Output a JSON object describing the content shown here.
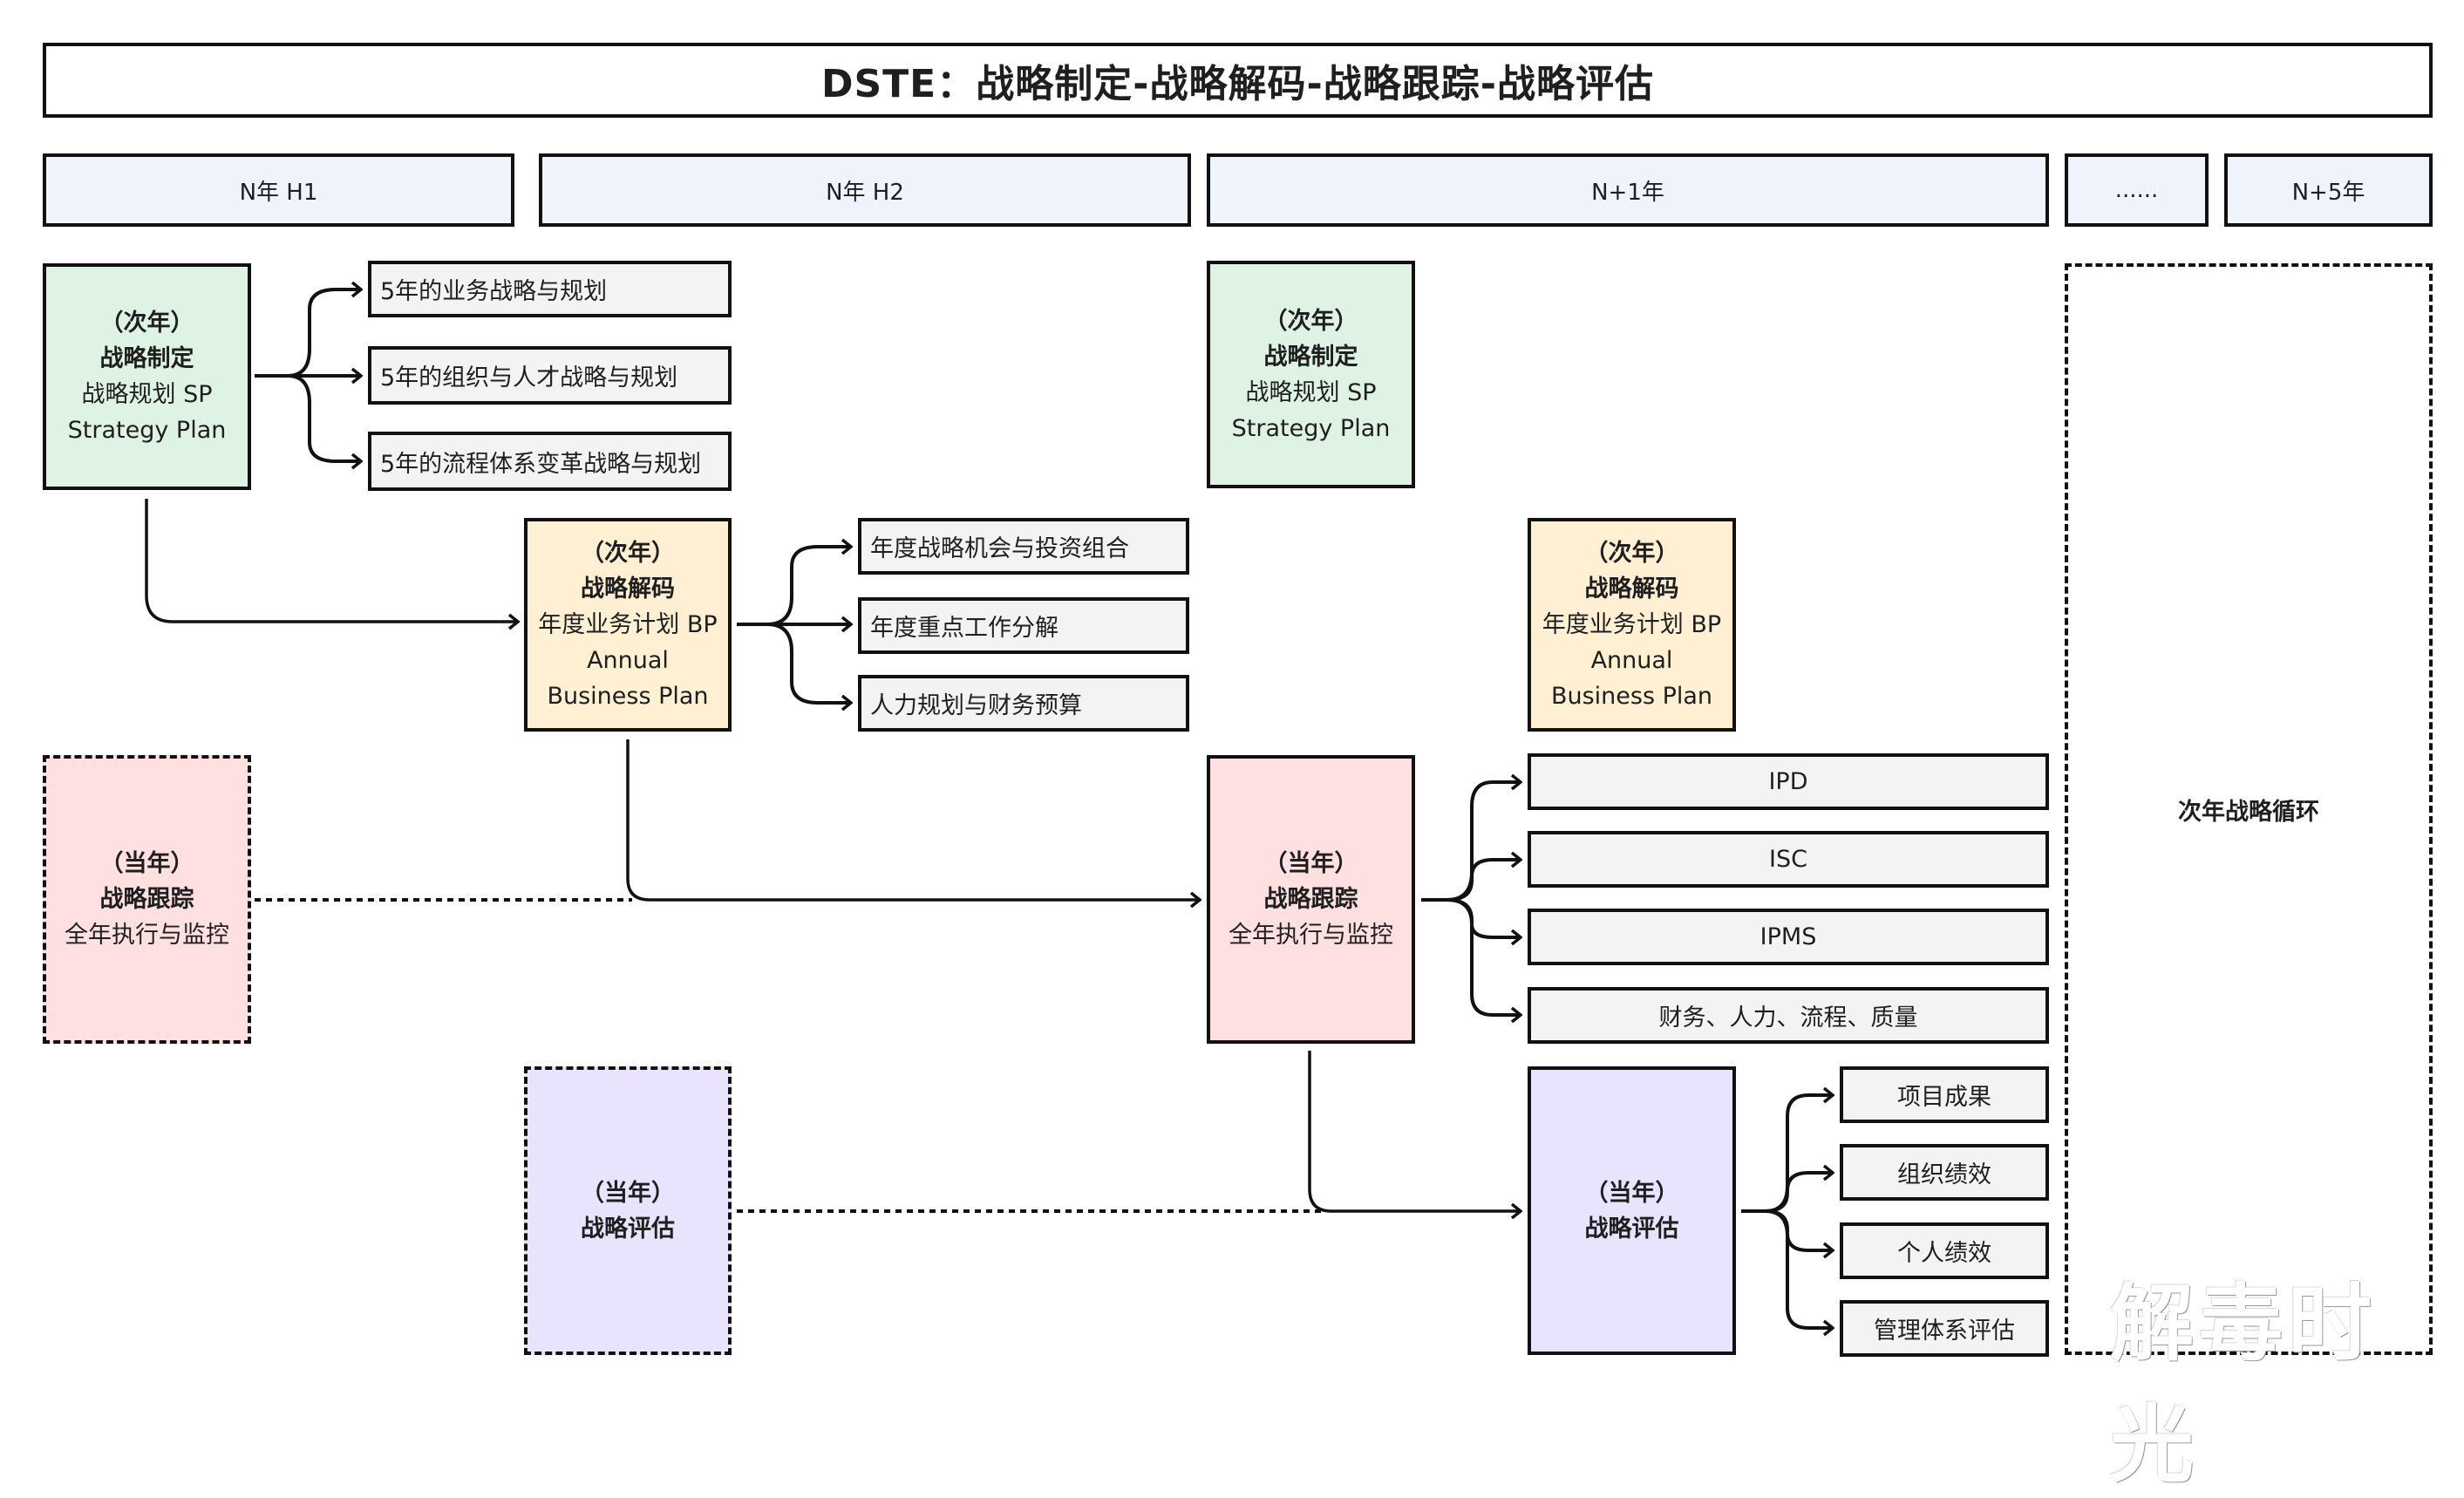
{
  "title": "DSTE：战略制定-战略解码-战略跟踪-战略评估",
  "timeline": [
    {
      "label": "N年 H1"
    },
    {
      "label": "N年 H2"
    },
    {
      "label": "N+1年"
    },
    {
      "label": "......"
    },
    {
      "label": "N+5年"
    }
  ],
  "colors": {
    "strategy_formulation": "#DFF3E4",
    "strategy_decoding": "#FFF0D4",
    "strategy_tracking": "#FFE0E0",
    "strategy_evaluation": "#E9E3FD",
    "timeline_header": "#EEF3FC",
    "sub_item": "#F3F3F3"
  },
  "nodes": {
    "sp_n": {
      "tag": "（次年）",
      "name": "战略制定",
      "line1": "战略规划 SP",
      "line2": "Strategy Plan"
    },
    "sp_n_items": [
      "5年的业务战略与规划",
      "5年的组织与人才战略与规划",
      "5年的流程体系变革战略与规划"
    ],
    "bp_n": {
      "tag": "（次年）",
      "name": "战略解码",
      "line1": "年度业务计划 BP",
      "line2": "Annual",
      "line3": "Business Plan"
    },
    "bp_n_items": [
      "年度战略机会与投资组合",
      "年度重点工作分解",
      "人力规划与财务预算"
    ],
    "track_n": {
      "tag": "（当年）",
      "name": "战略跟踪",
      "line1": "全年执行与监控"
    },
    "eval_n": {
      "tag": "（当年）",
      "name": "战略评估"
    },
    "sp_n1": {
      "tag": "（次年）",
      "name": "战略制定",
      "line1": "战略规划 SP",
      "line2": "Strategy Plan"
    },
    "bp_n1": {
      "tag": "（次年）",
      "name": "战略解码",
      "line1": "年度业务计划 BP",
      "line2": "Annual",
      "line3": "Business Plan"
    },
    "track_n1": {
      "tag": "（当年）",
      "name": "战略跟踪",
      "line1": "全年执行与监控"
    },
    "track_n1_items": [
      "IPD",
      "ISC",
      "IPMS",
      "财务、人力、流程、质量"
    ],
    "eval_n1": {
      "tag": "（当年）",
      "name": "战略评估"
    },
    "eval_n1_items": [
      "项目成果",
      "组织绩效",
      "个人绩效",
      "管理体系评估"
    ]
  },
  "next_cycle": "次年战略循环",
  "watermark": "解毒时光"
}
